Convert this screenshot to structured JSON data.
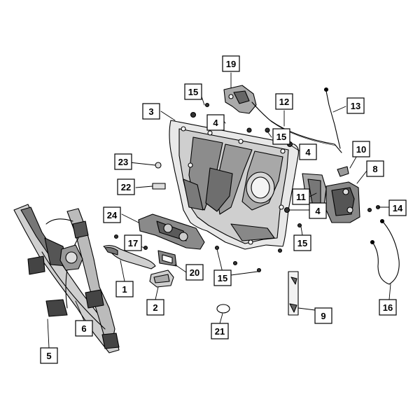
{
  "callouts": {
    "c1": "1",
    "c2": "2",
    "c3": "3",
    "c4a": "4",
    "c4b": "4",
    "c4c": "4",
    "c5": "5",
    "c6": "6",
    "c8": "8",
    "c9": "9",
    "c10": "10",
    "c11": "11",
    "c12": "12",
    "c13": "13",
    "c14": "14",
    "c15a": "15",
    "c15b": "15",
    "c15c": "15",
    "c15d": "15",
    "c16": "16",
    "c17": "17",
    "c19": "19",
    "c20": "20",
    "c21": "21",
    "c22": "22",
    "c23": "23",
    "c24": "24"
  }
}
